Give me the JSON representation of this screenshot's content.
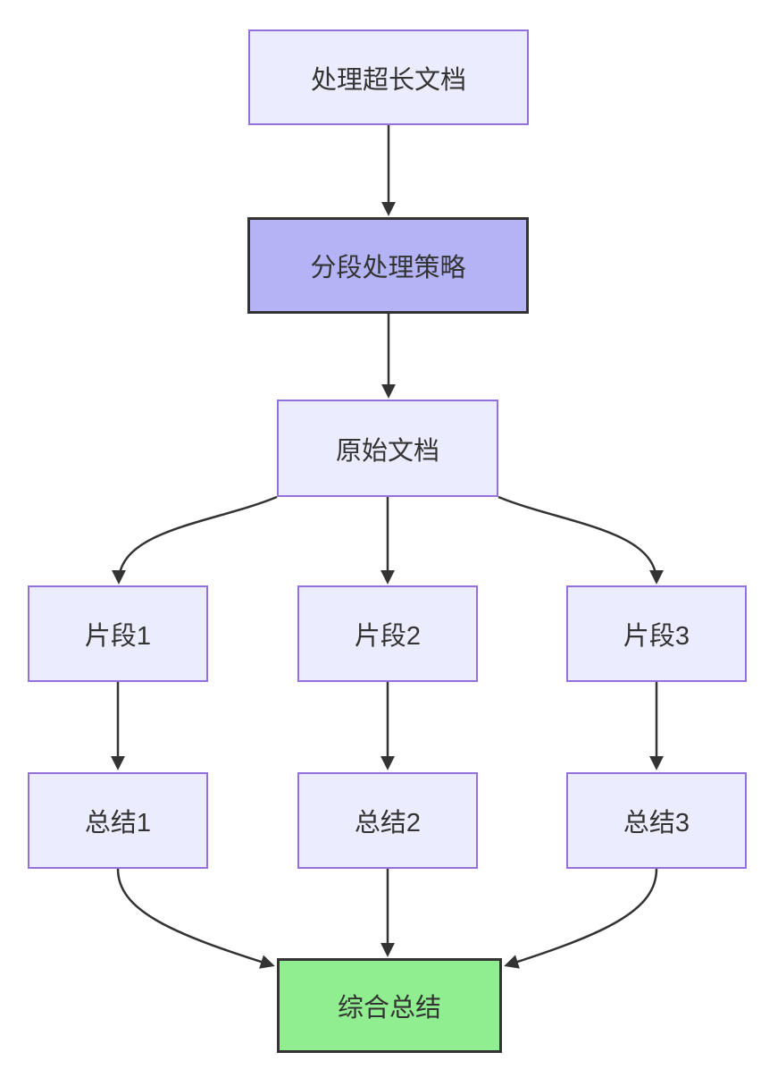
{
  "diagram": {
    "type": "flowchart",
    "direction": "top-down",
    "nodes": {
      "process_long_document": {
        "label": "处理超长文档",
        "kind": "default"
      },
      "segment_strategy": {
        "label": "分段处理策略",
        "kind": "emphasis"
      },
      "original_document": {
        "label": "原始文档",
        "kind": "default"
      },
      "fragment_1": {
        "label": "片段1",
        "kind": "default"
      },
      "fragment_2": {
        "label": "片段2",
        "kind": "default"
      },
      "fragment_3": {
        "label": "片段3",
        "kind": "default"
      },
      "summary_1": {
        "label": "总结1",
        "kind": "default"
      },
      "summary_2": {
        "label": "总结2",
        "kind": "default"
      },
      "summary_3": {
        "label": "总结3",
        "kind": "default"
      },
      "final_summary": {
        "label": "综合总结",
        "kind": "result"
      }
    },
    "edges": [
      {
        "from": "处理超长文档",
        "to": "分段处理策略"
      },
      {
        "from": "分段处理策略",
        "to": "原始文档"
      },
      {
        "from": "原始文档",
        "to": "片段1"
      },
      {
        "from": "原始文档",
        "to": "片段2"
      },
      {
        "from": "原始文档",
        "to": "片段3"
      },
      {
        "from": "片段1",
        "to": "总结1"
      },
      {
        "from": "片段2",
        "to": "总结2"
      },
      {
        "from": "片段3",
        "to": "总结3"
      },
      {
        "from": "总结1",
        "to": "综合总结"
      },
      {
        "from": "总结2",
        "to": "综合总结"
      },
      {
        "from": "总结3",
        "to": "综合总结"
      }
    ],
    "colors": {
      "node_fill": "#ECECFF",
      "node_border": "#9370DB",
      "emphasis_fill": "#B3B3F5",
      "emphasis_border": "#333333",
      "result_fill": "#90EE90",
      "result_border": "#333333",
      "edge": "#333333",
      "text": "#333333",
      "background": "#FFFFFF"
    }
  }
}
